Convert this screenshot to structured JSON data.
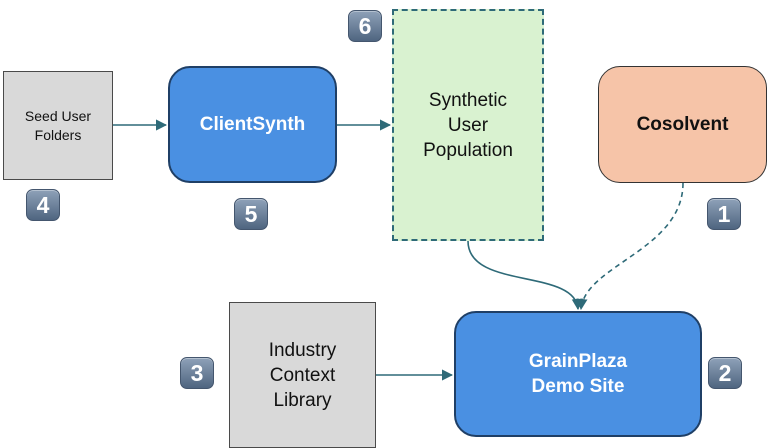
{
  "nodes": {
    "seed_user_folders": [
      "Seed User",
      "Folders"
    ],
    "clientsynth": [
      "ClientSynth"
    ],
    "synthetic_user_population": [
      "Synthetic",
      "User",
      "Population"
    ],
    "cosolvent": [
      "Cosolvent"
    ],
    "industry_context_library": [
      "Industry",
      "Context",
      "Library"
    ],
    "grainplaza_demo_site": [
      "GrainPlaza",
      "Demo Site"
    ]
  },
  "badges": {
    "seed_user_folders": "4",
    "clientsynth": "5",
    "synthetic_user_population": "6",
    "cosolvent": "1",
    "industry_context_library": "3",
    "grainplaza_demo_site": "2"
  },
  "colors": {
    "connector": "#2e6a78",
    "gray_box": "#d9d9d9",
    "blue_box": "#4a90e2",
    "green_box": "#d9f2d0",
    "orange_box": "#f6c4a8",
    "badge": "#5f7590"
  }
}
